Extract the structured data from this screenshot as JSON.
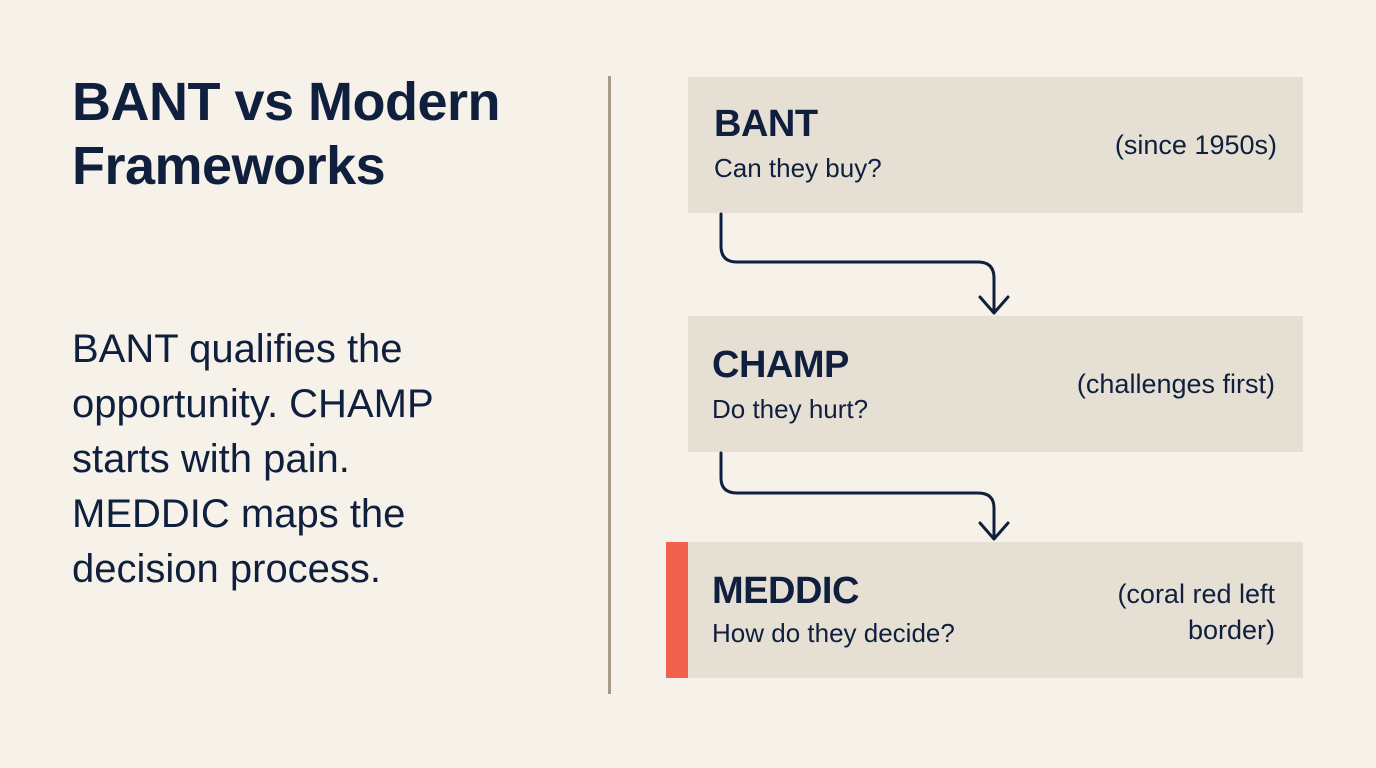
{
  "title": {
    "line1": "BANT vs Modern",
    "line2": "Frameworks"
  },
  "description": [
    "BANT qualifies the",
    "opportunity. CHAMP",
    "starts with pain.",
    "MEDDIC maps the",
    "decision process."
  ],
  "frameworks": [
    {
      "name": "BANT",
      "question": "Can they buy?",
      "note": [
        "(since 1950s)"
      ]
    },
    {
      "name": "CHAMP",
      "question": "Do they hurt?",
      "note": [
        "(challenges first)"
      ]
    },
    {
      "name": "MEDDIC",
      "question": "How do they decide?",
      "note": [
        "(coral red left",
        "border)"
      ]
    }
  ],
  "colors": {
    "accent": "#f0604f",
    "text": "#0f1f3d",
    "box": "#e6e0d4",
    "background": "#f6f2ea"
  }
}
